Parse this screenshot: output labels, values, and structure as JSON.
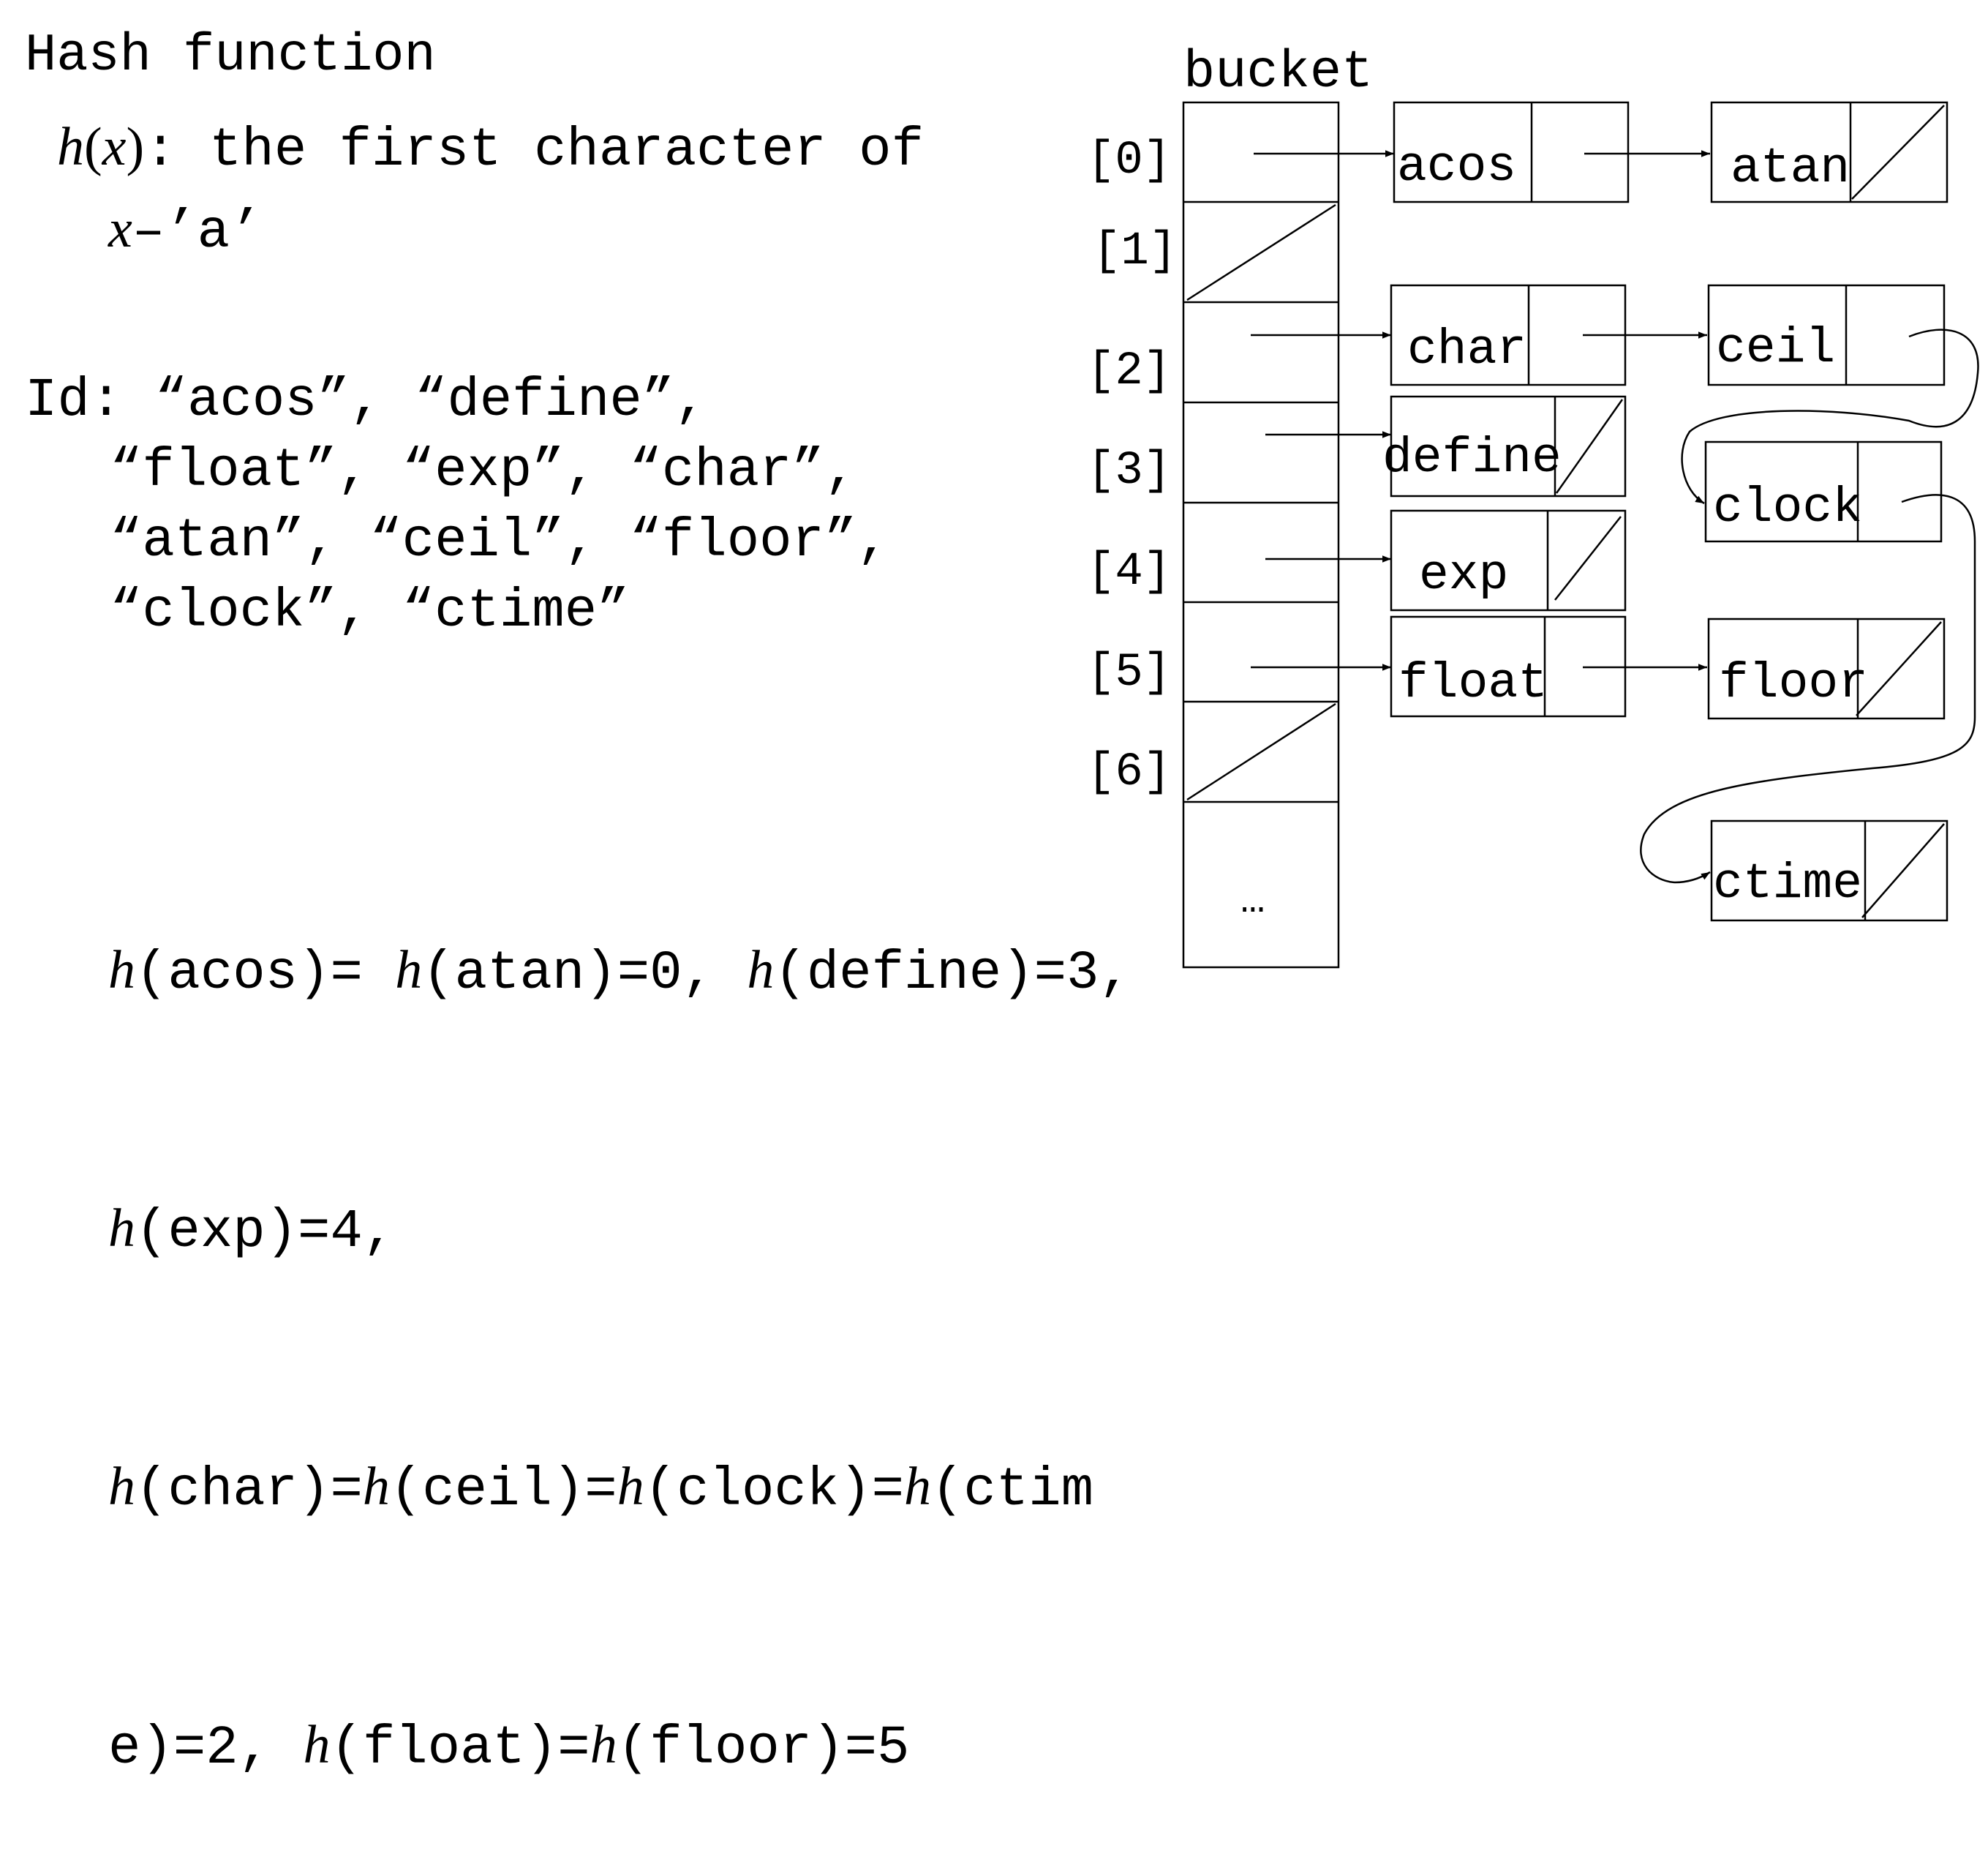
{
  "left_text": {
    "title": "Hash function",
    "func_symbol": "h",
    "func_paren_open": "(",
    "func_arg": "x",
    "func_paren_close": ")",
    "func_colon": ":",
    "func_desc": "the first character of",
    "func_desc2_var": "x",
    "func_desc2_rest": "–’a’",
    "ids_label": "Id:",
    "ids_line1": "“acos”, “define”,",
    "ids_line2": "“float”, “exp”, “char”,",
    "ids_line3": "“atan”, “ceil”, “floor”,",
    "ids_line4": "“clock”, “ctime”"
  },
  "results": {
    "line1": [
      {
        "h": "h",
        "rest": "(acos)= "
      },
      {
        "h": "h",
        "rest": "(atan)=0, "
      },
      {
        "h": "h",
        "rest": "(define)=3,"
      }
    ],
    "line2": [
      {
        "h": "h",
        "rest": "(exp)=4,"
      }
    ],
    "line3": [
      {
        "h": "h",
        "rest": "(char)="
      },
      {
        "h": "h",
        "rest": "(ceil)="
      },
      {
        "h": "h",
        "rest": "(clock)="
      },
      {
        "h": "h",
        "rest": "(ctim"
      }
    ],
    "line4": [
      {
        "h": "",
        "rest": "e)=2, "
      },
      {
        "h": "h",
        "rest": "(float)="
      },
      {
        "h": "h",
        "rest": "(floor)=5"
      }
    ]
  },
  "diagram": {
    "bucket_label": "bucket",
    "indices": [
      "[0]",
      "[1]",
      "[2]",
      "[3]",
      "[4]",
      "[5]",
      "[6]"
    ],
    "ellipsis": "…",
    "nodes": {
      "acos": "acos",
      "atan": "atan",
      "char": "char",
      "ceil": "ceil",
      "clock": "clock",
      "define": "define",
      "exp": "exp",
      "float": "float",
      "floor": "floor",
      "ctime": "ctime"
    }
  }
}
